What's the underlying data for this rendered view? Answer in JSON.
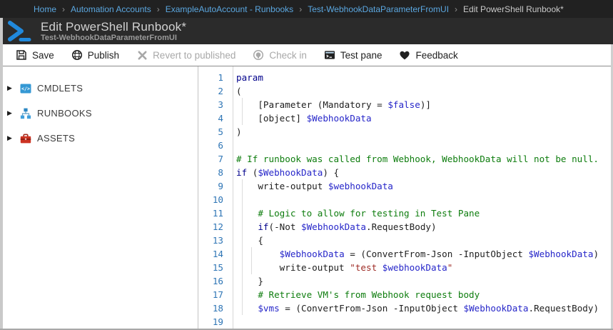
{
  "breadcrumb": {
    "items": [
      "Home",
      "Automation Accounts",
      "ExampleAutoAccount - Runbooks",
      "Test-WebhookDataParameterFromUI"
    ],
    "current": "Edit PowerShell Runbook*",
    "separator": "›"
  },
  "header": {
    "title": "Edit PowerShell Runbook*",
    "subtitle": "Test-WebhookDataParameterFromUI",
    "icon": "powershell-icon"
  },
  "toolbar": {
    "items": [
      {
        "label": "Save",
        "icon": "save-icon",
        "enabled": true
      },
      {
        "label": "Publish",
        "icon": "publish-icon",
        "enabled": true
      },
      {
        "label": "Revert to published",
        "icon": "revert-icon",
        "enabled": false
      },
      {
        "label": "Check in",
        "icon": "check-in-icon",
        "enabled": false
      },
      {
        "label": "Test pane",
        "icon": "test-pane-icon",
        "enabled": true
      },
      {
        "label": "Feedback",
        "icon": "feedback-icon",
        "enabled": true
      }
    ]
  },
  "sidebar": {
    "items": [
      {
        "label": "CMDLETS",
        "icon": "cmdlets-icon"
      },
      {
        "label": "RUNBOOKS",
        "icon": "runbooks-icon"
      },
      {
        "label": "ASSETS",
        "icon": "assets-icon"
      }
    ]
  },
  "editor": {
    "lines": [
      {
        "n": "1",
        "guides": [],
        "t": [
          {
            "s": "param",
            "c": "kw"
          }
        ]
      },
      {
        "n": "2",
        "guides": [],
        "t": [
          {
            "s": "(",
            "c": "pln"
          }
        ]
      },
      {
        "n": "3",
        "guides": [
          1
        ],
        "t": [
          {
            "s": "    [Parameter (Mandatory = ",
            "c": "pln"
          },
          {
            "s": "$false",
            "c": "var"
          },
          {
            "s": ")]",
            "c": "pln"
          }
        ]
      },
      {
        "n": "4",
        "guides": [
          1
        ],
        "t": [
          {
            "s": "    [object] ",
            "c": "pln"
          },
          {
            "s": "$WebhookData",
            "c": "var"
          }
        ]
      },
      {
        "n": "5",
        "guides": [],
        "t": [
          {
            "s": ")",
            "c": "pln"
          }
        ]
      },
      {
        "n": "6",
        "guides": [],
        "t": []
      },
      {
        "n": "7",
        "guides": [],
        "t": [
          {
            "s": "# If runbook was called from Webhook, WebhookData will not be null.",
            "c": "com"
          }
        ]
      },
      {
        "n": "8",
        "guides": [],
        "t": [
          {
            "s": "if",
            "c": "kw"
          },
          {
            "s": " (",
            "c": "pln"
          },
          {
            "s": "$WebhookData",
            "c": "var"
          },
          {
            "s": ") {",
            "c": "pln"
          }
        ]
      },
      {
        "n": "9",
        "guides": [
          1
        ],
        "t": [
          {
            "s": "    write-output ",
            "c": "pln"
          },
          {
            "s": "$webhookData",
            "c": "var"
          }
        ]
      },
      {
        "n": "10",
        "guides": [
          1
        ],
        "t": []
      },
      {
        "n": "11",
        "guides": [
          1
        ],
        "t": [
          {
            "s": "    ",
            "c": "pln"
          },
          {
            "s": "# Logic to allow for testing in Test Pane",
            "c": "com"
          }
        ]
      },
      {
        "n": "12",
        "guides": [
          1
        ],
        "t": [
          {
            "s": "    ",
            "c": "pln"
          },
          {
            "s": "if",
            "c": "kw"
          },
          {
            "s": "(-Not ",
            "c": "pln"
          },
          {
            "s": "$WebhookData",
            "c": "var"
          },
          {
            "s": ".RequestBody)",
            "c": "pln"
          }
        ]
      },
      {
        "n": "13",
        "guides": [
          1
        ],
        "t": [
          {
            "s": "    {",
            "c": "pln"
          }
        ]
      },
      {
        "n": "14",
        "guides": [
          1,
          2
        ],
        "t": [
          {
            "s": "        ",
            "c": "pln"
          },
          {
            "s": "$WebhookData",
            "c": "var"
          },
          {
            "s": " = (ConvertFrom-Json -InputObject ",
            "c": "pln"
          },
          {
            "s": "$WebhookData",
            "c": "var"
          },
          {
            "s": ")",
            "c": "pln"
          }
        ]
      },
      {
        "n": "15",
        "guides": [
          1,
          2
        ],
        "t": [
          {
            "s": "        write-output ",
            "c": "pln"
          },
          {
            "s": "\"test ",
            "c": "str"
          },
          {
            "s": "$webhookData",
            "c": "var"
          },
          {
            "s": "\"",
            "c": "str"
          }
        ]
      },
      {
        "n": "16",
        "guides": [
          1
        ],
        "t": [
          {
            "s": "    }",
            "c": "pln"
          }
        ]
      },
      {
        "n": "17",
        "guides": [
          1
        ],
        "t": [
          {
            "s": "    ",
            "c": "pln"
          },
          {
            "s": "# Retrieve VM's from Webhook request body",
            "c": "com"
          }
        ]
      },
      {
        "n": "18",
        "guides": [
          1
        ],
        "t": [
          {
            "s": "    ",
            "c": "pln"
          },
          {
            "s": "$vms",
            "c": "var"
          },
          {
            "s": " = (ConvertFrom-Json -InputObject ",
            "c": "pln"
          },
          {
            "s": "$WebhookData",
            "c": "var"
          },
          {
            "s": ".RequestBody)",
            "c": "pln"
          }
        ]
      },
      {
        "n": "19",
        "guides": [],
        "t": []
      }
    ]
  },
  "colors": {
    "breadcrumb_bg": "#212121",
    "header_bg": "#2b2b2b",
    "breadcrumb_link": "#5ba7e0",
    "powershell_blue": "#2089dc",
    "line_number": "#2e75b5",
    "keyword": "#00008b",
    "variable": "#2626c9",
    "comment": "#0e7d0e",
    "string": "#9e2b25",
    "assets_red": "#cc3322",
    "sidebar_icon_blue": "#3498d4"
  }
}
